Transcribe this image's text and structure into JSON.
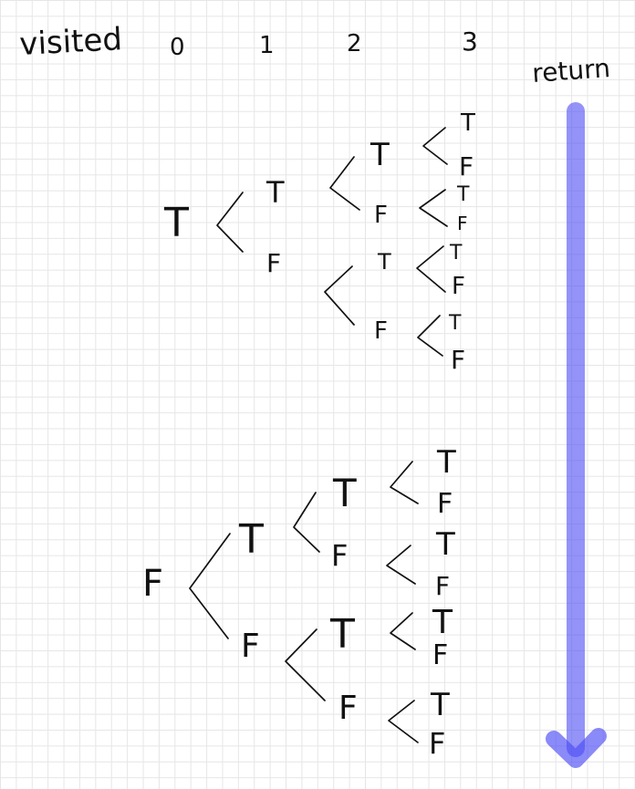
{
  "colors": {
    "arrow": "#4c4cf5"
  },
  "header": {
    "title": "visited",
    "columns": [
      "0",
      "1",
      "2",
      "3"
    ]
  },
  "arrow": {
    "label": "return"
  },
  "tree": {
    "top": {
      "root": "T",
      "l1": [
        "T",
        "F"
      ],
      "l2": [
        "T",
        "F",
        "T",
        "F"
      ],
      "l3": [
        "T",
        "F",
        "T",
        "F",
        "T",
        "F",
        "T",
        "F"
      ]
    },
    "bottom": {
      "root": "F",
      "l1": [
        "T",
        "F"
      ],
      "l2": [
        "T",
        "F",
        "T",
        "F"
      ],
      "l3": [
        "T",
        "F",
        "T",
        "F",
        "T",
        "F",
        "T",
        "F"
      ]
    }
  }
}
